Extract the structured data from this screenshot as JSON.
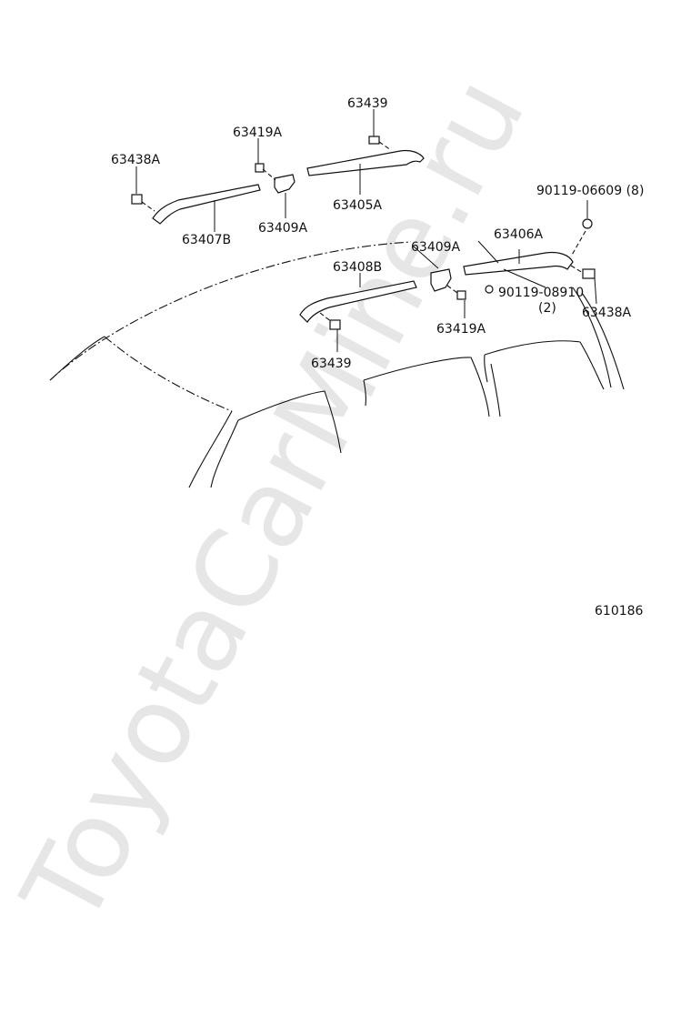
{
  "watermark": "ToyotaCarMine.ru",
  "diagram_id": "610186",
  "labels": {
    "p63439_top": "63439",
    "p63419A_left": "63419A",
    "p63438A_left": "63438A",
    "p63405A": "63405A",
    "p63407B": "63407B",
    "p63409A_left": "63409A",
    "p90119_06609": "90119-06609 (8)",
    "p63406A": "63406A",
    "p63409A_right": "63409A",
    "p63408B": "63408B",
    "p90119_08910": "90119-08910",
    "p90119_08910_qty": "(2)",
    "p63438A_right": "63438A",
    "p63419A_right": "63419A",
    "p63439_bottom": "63439"
  }
}
